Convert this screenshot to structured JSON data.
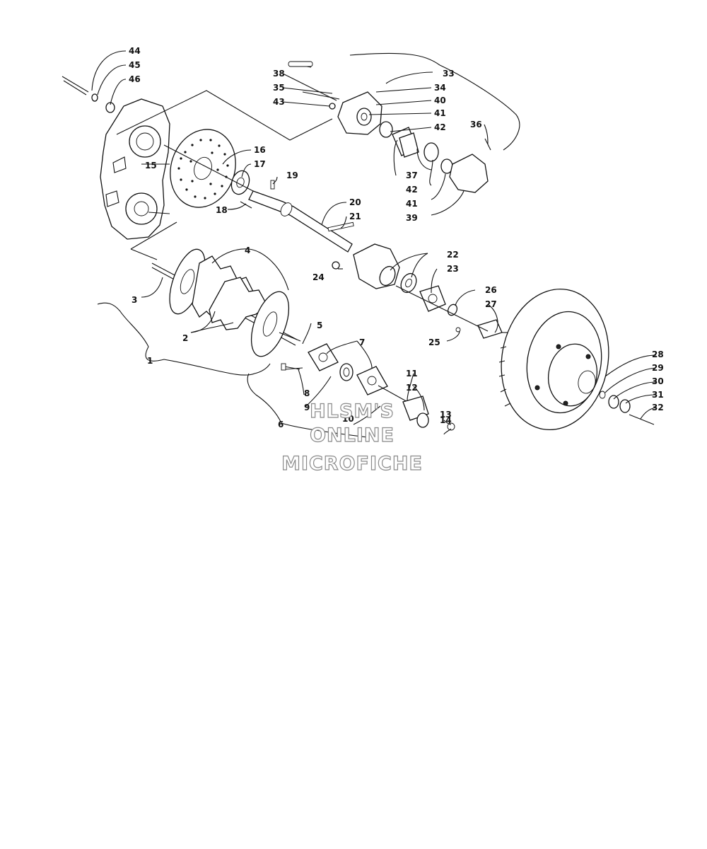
{
  "callouts": {
    "c1": "1",
    "c2": "2",
    "c3": "3",
    "c4": "4",
    "c5": "5",
    "c6": "6",
    "c7": "7",
    "c8": "8",
    "c9": "9",
    "c10": "10",
    "c11": "11",
    "c12": "12",
    "c13": "13",
    "c14": "14",
    "c15": "15",
    "c16": "16",
    "c17": "17",
    "c18": "18",
    "c19": "19",
    "c20": "20",
    "c21": "21",
    "c22": "22",
    "c23": "23",
    "c24": "24",
    "c25": "25",
    "c26": "26",
    "c27": "27",
    "c28": "28",
    "c29": "29",
    "c30": "30",
    "c31": "31",
    "c32": "32",
    "c33": "33",
    "c34": "34",
    "c35": "35",
    "c36": "36",
    "c37": "37",
    "c38": "38",
    "c39": "39",
    "c40": "40",
    "c41a": "41",
    "c41b": "41",
    "c42a": "42",
    "c42b": "42",
    "c43": "43",
    "c44": "44",
    "c45": "45",
    "c46": "46"
  },
  "watermark": {
    "line1": "HLSM'S",
    "line2": "ONLINE",
    "line3": "MICROFICHE"
  }
}
